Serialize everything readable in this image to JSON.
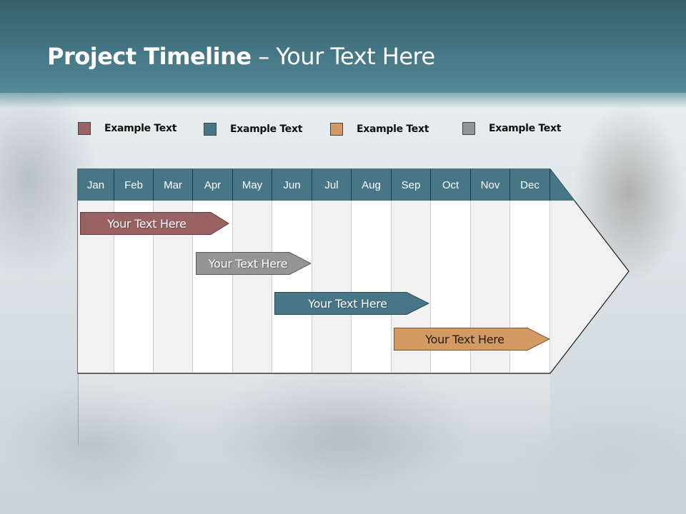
{
  "slide": {
    "title_bold": "Project Timeline",
    "title_rest": " – Your Text Here"
  },
  "colors": {
    "header": "#457684",
    "red": "#9a6262",
    "teal": "#477786",
    "orange": "#d39a64",
    "gray": "#959595",
    "grid_light": "#f1f1f1",
    "grid_white": "#ffffff"
  },
  "legend": [
    {
      "label": "Example Text",
      "color": "#9a6262"
    },
    {
      "label": "Example Text",
      "color": "#477786"
    },
    {
      "label": "Example Text",
      "color": "#d39a64"
    },
    {
      "label": "Example Text",
      "color": "#959595"
    }
  ],
  "timeline": {
    "months": [
      "Jan",
      "Feb",
      "Mar",
      "Apr",
      "May",
      "Jun",
      "Jul",
      "Aug",
      "Sep",
      "Oct",
      "Nov",
      "Dec"
    ],
    "bars": [
      {
        "label": "Your  Text Here",
        "color": "#9a6262",
        "text_color": "#ffffff",
        "start": "Jan",
        "end": "Apr"
      },
      {
        "label": "Your  Text Here",
        "color": "#959595",
        "text_color": "#ffffff",
        "start": "Apr",
        "end": "Jun"
      },
      {
        "label": "Your  Text Here",
        "color": "#477786",
        "text_color": "#ffffff",
        "start": "Jun",
        "end": "Sep"
      },
      {
        "label": "Your  Text Here",
        "color": "#d39a64",
        "text_color": "#2a1a0a",
        "start": "Sep",
        "end": "Dec"
      }
    ]
  }
}
